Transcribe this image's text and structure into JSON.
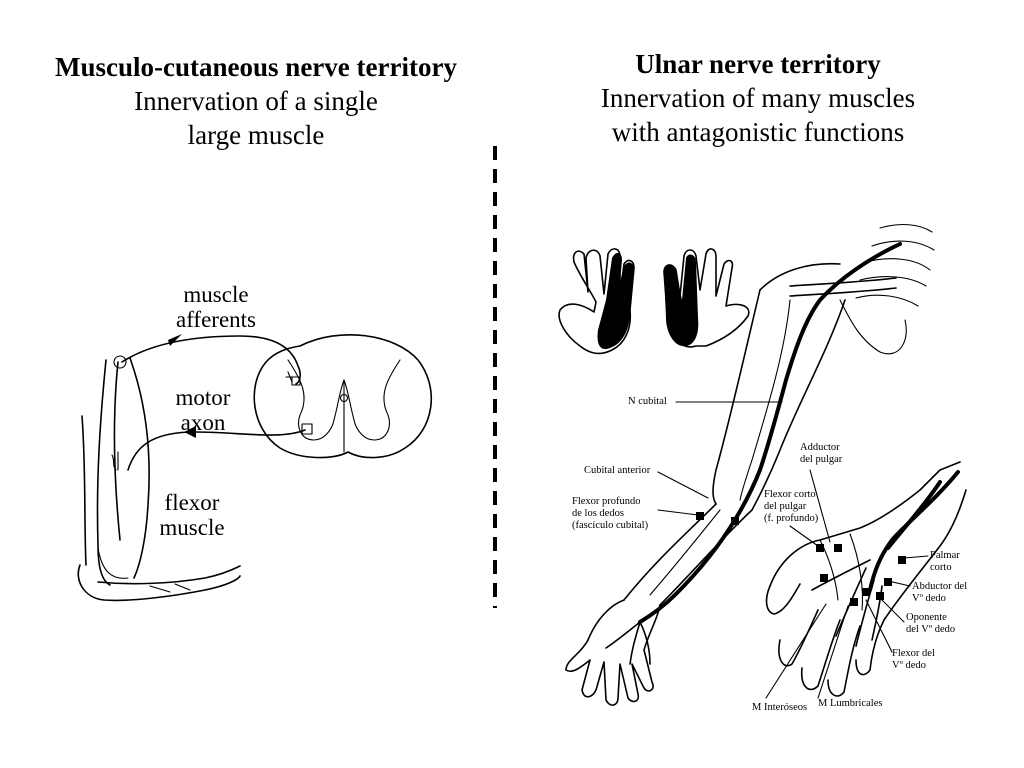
{
  "left_panel": {
    "title_bold": "Musculo-cutaneous nerve territory",
    "subtitle_line1": "Innervation of a single",
    "subtitle_line2": "large muscle",
    "labels": {
      "muscle_afferents_1": "muscle",
      "muscle_afferents_2": "afferents",
      "motor_axon_1": "motor",
      "motor_axon_2": "axon",
      "flexor_muscle_1": "flexor",
      "flexor_muscle_2": "muscle"
    }
  },
  "right_panel": {
    "title_bold": "Ulnar nerve territory",
    "subtitle_line1": "Innervation of many muscles",
    "subtitle_line2": "with antagonistic functions",
    "labels": {
      "n_cubital": "N cubital",
      "cubital_anterior": "Cubital anterior",
      "flexor_profundo_1": "Flexor profundo",
      "flexor_profundo_2": "de los dedos",
      "flexor_profundo_3": "(fascículo cubital)",
      "adductor_1": "Adductor",
      "adductor_2": "del pulgar",
      "flexor_corto_1": "Flexor corto",
      "flexor_corto_2": "del pulgar",
      "flexor_corto_3": "(f. profundo)",
      "palmar_1": "Palmar",
      "palmar_2": "corto",
      "abductor_1": "Abductor del",
      "abductor_2": "Vº dedo",
      "oponente_1": "Oponente",
      "oponente_2": "del Vº dedo",
      "flexor_del_1": "Flexor del",
      "flexor_del_2": "Vº dedo",
      "interoseos": "M Interóseos",
      "lumbricales": "M Lumbricales"
    }
  }
}
